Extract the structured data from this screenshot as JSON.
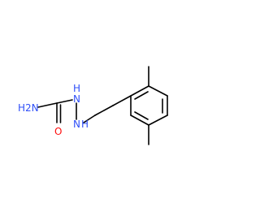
{
  "molecule": {
    "atoms": {
      "amine": {
        "symbol": "H2N",
        "element": "N",
        "color": "#3050F8"
      },
      "carbonyl_oxygen": {
        "symbol": "O",
        "element": "O",
        "color": "#FF0D0D"
      },
      "hydrazine_n1": {
        "symbol": "N",
        "hydrogen": "H",
        "element": "N",
        "color": "#3050F8"
      },
      "hydrazine_n2": {
        "symbol": "N",
        "hydrogen": "H",
        "element": "N",
        "color": "#3050F8"
      }
    },
    "bond_color": "#000000",
    "background": "#ffffff"
  }
}
